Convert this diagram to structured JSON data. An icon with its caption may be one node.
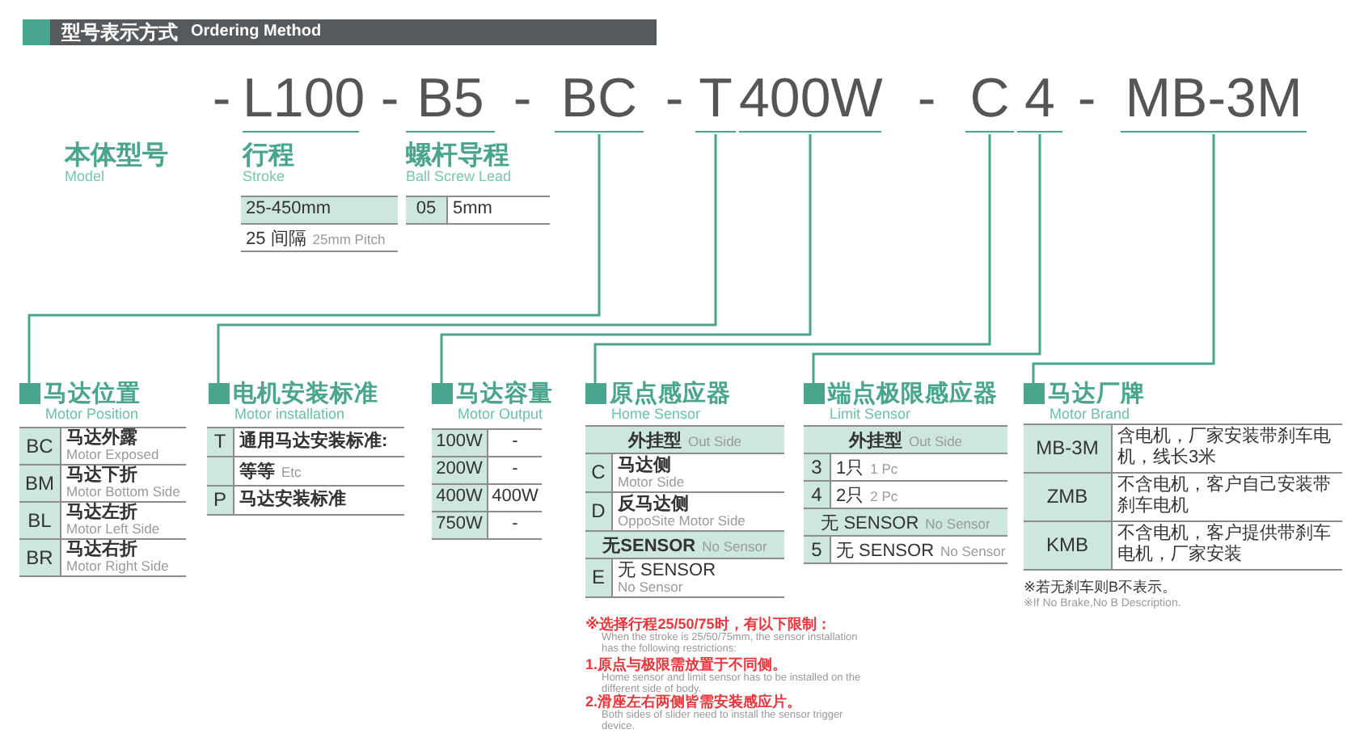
{
  "diagram": {
    "title": "型号表示方式",
    "nodes": [
      {
        "text": [
          "BC"
        ]
      },
      {
        "text": [
          "T"
        ]
      },
      {
        "text": [
          "400W"
        ]
      },
      {
        "text": [
          "C"
        ]
      },
      {
        "text": [
          "4"
        ]
      },
      {
        "text": [
          "MB-3M"
        ]
      },
      {
        "text": [
          "马达位置",
          "Motor Position"
        ]
      },
      {
        "text": [
          "电机安装标准",
          "Motor installation"
        ]
      },
      {
        "text": [
          "马达容量",
          "Motor Output"
        ]
      },
      {
        "text": [
          "原点感应器",
          "Home Sensor"
        ]
      },
      {
        "text": [
          "端点极限感应器",
          "Limit Sensor"
        ]
      },
      {
        "text": [
          "马达厂牌",
          "Motor Brand"
        ]
      }
    ],
    "edges": [
      {
        "from": 0,
        "to": 6,
        "arrow": "none"
      },
      {
        "from": 1,
        "to": 7,
        "arrow": "none"
      },
      {
        "from": 2,
        "to": 8,
        "arrow": "none"
      },
      {
        "from": 3,
        "to": 9,
        "arrow": "none"
      },
      {
        "from": 4,
        "to": 10,
        "arrow": "none"
      },
      {
        "from": 5,
        "to": 11,
        "arrow": "none"
      }
    ],
    "labels": [
      "Ordering Method",
      "-",
      "L100",
      "-",
      "B5",
      "-",
      "-",
      "-",
      "-",
      "本体型号",
      "Model",
      "行程",
      "Stroke",
      "螺杆导程",
      "Ball Screw Lead",
      "25-450mm",
      "25 间隔",
      "25mm Pitch",
      "05",
      "5mm",
      "BC",
      "马达外露",
      "Motor Exposed",
      "BM",
      "马达下折",
      "Motor Bottom Side",
      "BL",
      "马达左折",
      "Motor Left Side",
      "BR",
      "马达右折",
      "Motor Right Side",
      "T",
      "通用马达安装标准:",
      "等等",
      "Etc",
      "P",
      "马达安装标准",
      "100W",
      "-",
      "200W",
      "-",
      "400W",
      "400W",
      "750W",
      "-",
      "外挂型",
      "Out Side",
      "C",
      "马达侧",
      "Motor Side",
      "D",
      "反马达侧",
      "OppoSite Motor Side",
      "无SENSOR",
      "No Sensor",
      "E",
      "无 SENSOR",
      "No Sensor",
      "※选择行程25/50/75时，有以下限制：",
      "When the stroke is 25/50/75mm, the sensor installation has the following restrictions:",
      "1.原点与极限需放置于不同侧。",
      "Home sensor and limit sensor has to be installed on the different side of body.",
      "2.滑座左右两侧皆需安装感应片。",
      "Both sides of slider need to install the sensor trigger device.",
      "外挂型",
      "Out Side",
      "3",
      "1只",
      "1 Pc",
      "4",
      "2只",
      "2 Pc",
      "无 SENSOR",
      "No Sensor",
      "5",
      "无 SENSOR",
      "No Sensor",
      "MB-3M",
      "含电机，厂家安装带刹车电机，线长3米",
      "ZMB",
      "不含电机，客户自己安装带刹车电机",
      "KMB",
      "不含电机，客户提供带刹车电机，厂家安装",
      "※若无刹车则B不表示。",
      "※If No Brake,No B Description."
    ]
  }
}
